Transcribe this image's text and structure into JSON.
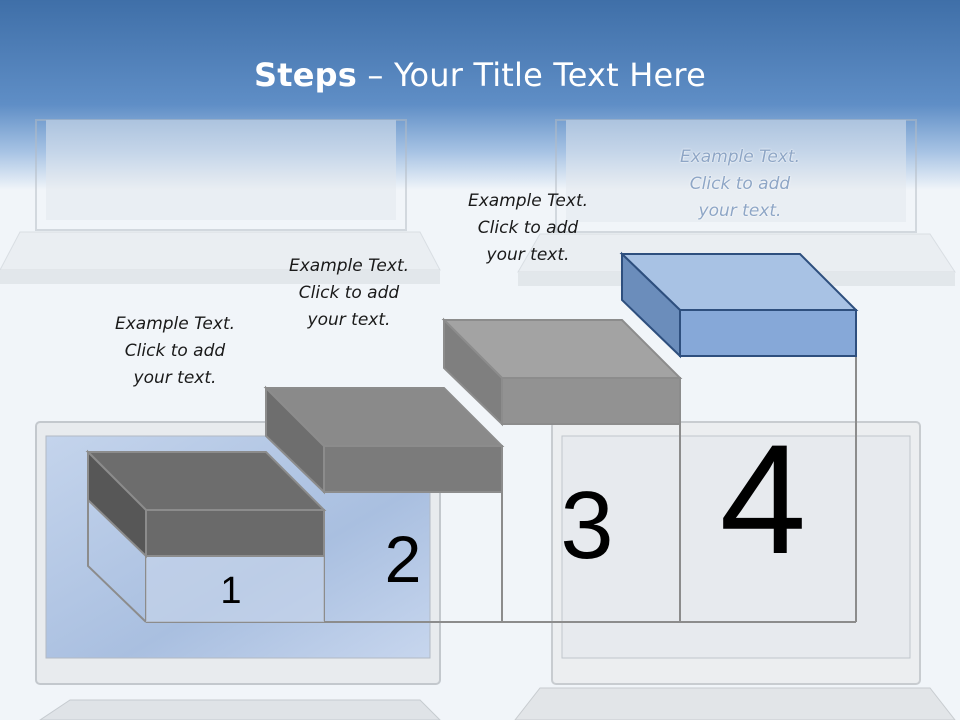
{
  "slide": {
    "title_bold": "Steps",
    "title_rest": " – Your Title Text Here"
  },
  "steps": [
    {
      "number": "1",
      "text": [
        "Example Text.",
        "Click  to add",
        "your text."
      ]
    },
    {
      "number": "2",
      "text": [
        "Example Text.",
        "Click  to add",
        "your text."
      ]
    },
    {
      "number": "3",
      "text": [
        "Example Text.",
        "Click  to add",
        "your text."
      ]
    },
    {
      "number": "4",
      "text": [
        "Example Text.",
        "Click  to add",
        "your text."
      ]
    }
  ],
  "colors": {
    "header": "#4f7fb6",
    "block_gray_dark": "#5b5b5b",
    "block_gray": "#777777",
    "block_gray_light": "#9a9a9a",
    "block_blue": "#7ea3d4",
    "outline": "#8c8c8c"
  }
}
